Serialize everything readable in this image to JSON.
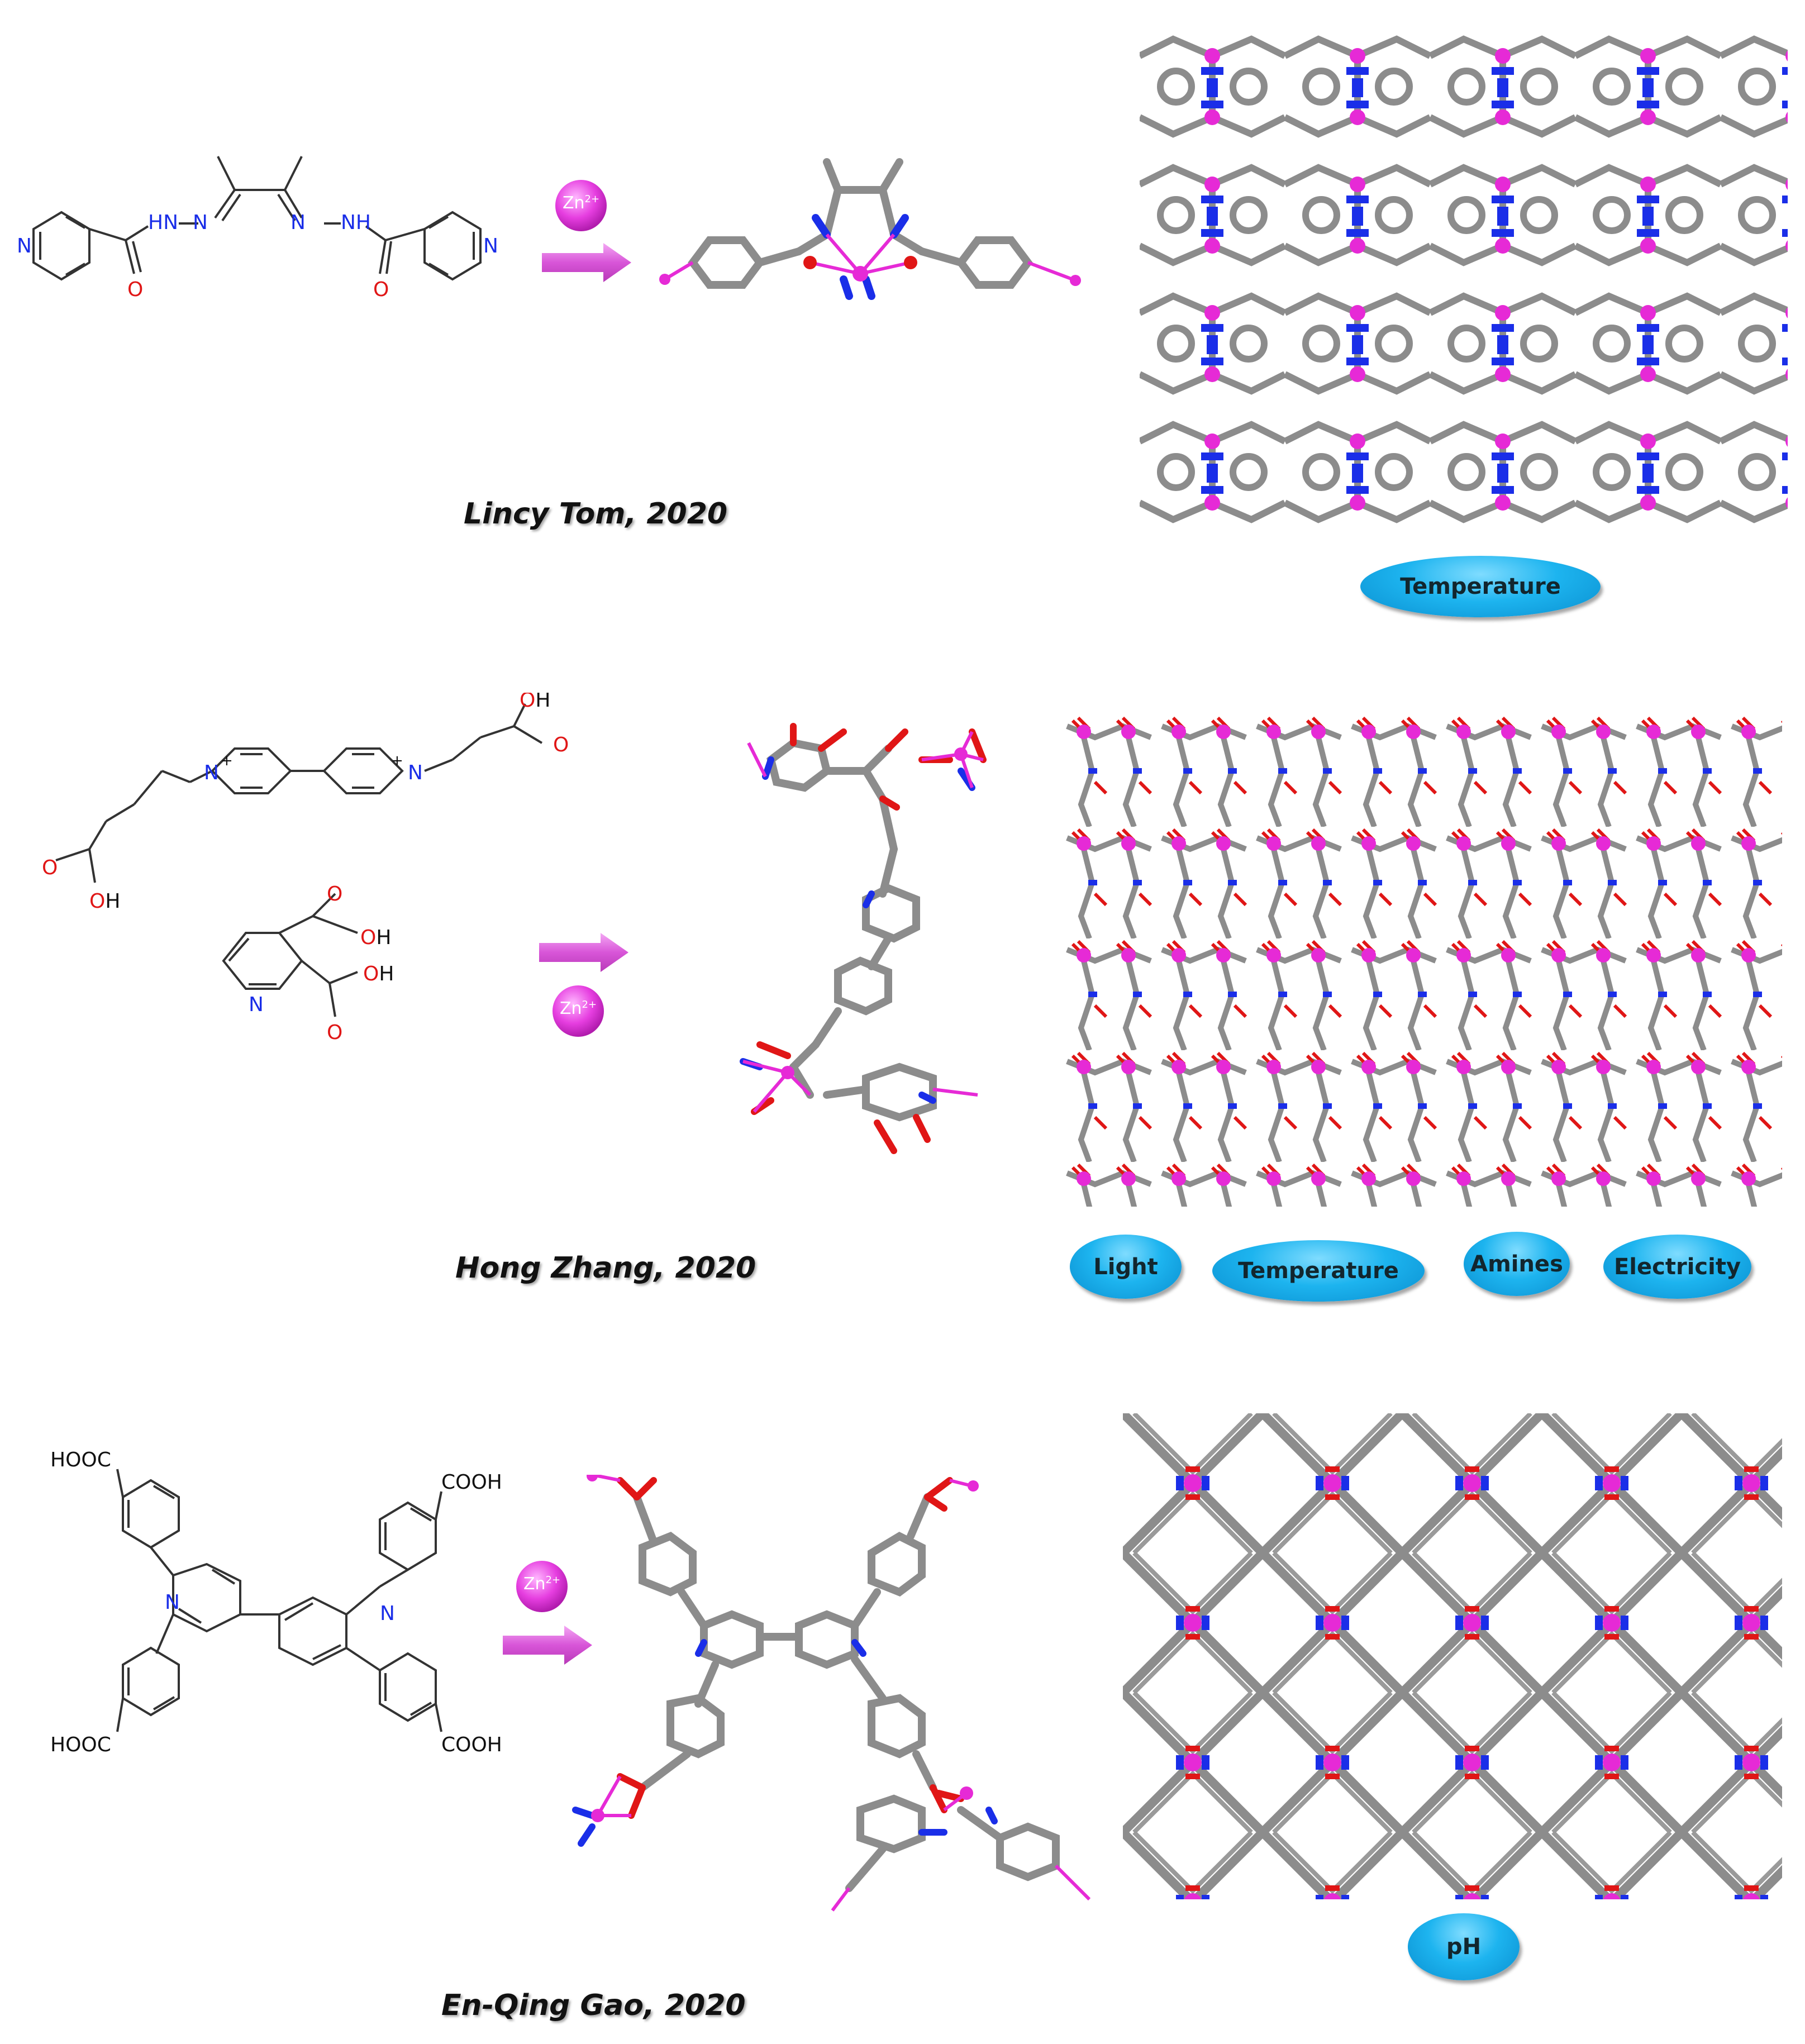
{
  "ion_label": "Zn",
  "ion_charge": "2+",
  "chem": {
    "N": "N",
    "O": "O",
    "H": "H",
    "HN": "HN",
    "NH": "NH",
    "OH": "OH",
    "plus": "+",
    "HOOC": "HOOC",
    "COOH": "COOH"
  },
  "rows": [
    {
      "caption": "Lincy Tom, 2020",
      "stimuli": [
        "Temperature"
      ]
    },
    {
      "caption": "Hong Zhang, 2020",
      "stimuli": [
        "Light",
        "Temperature",
        "Amines",
        "Electricity"
      ]
    },
    {
      "caption": "En-Qing Gao, 2020",
      "stimuli": [
        "pH"
      ]
    }
  ],
  "colors": {
    "carbon": "#8c8c8c",
    "nitrogen": "#1a2ee8",
    "oxygen": "#e01616",
    "zinc": "#e62ad6",
    "stimulus_fill": "#1db4ef",
    "arrow": "#e070e0"
  }
}
